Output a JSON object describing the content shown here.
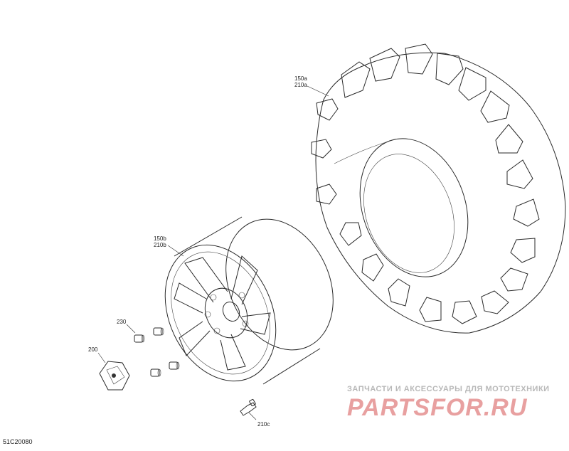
{
  "callouts": {
    "tire": [
      "150a",
      "210a"
    ],
    "rim": [
      "150b",
      "210b"
    ],
    "nut_230": "230",
    "cap_200": "200",
    "valve_210c": "210c"
  },
  "figure_code": "51C20080",
  "watermark": {
    "tagline": "ЗАПЧАСТИ И АКСЕССУАРЫ ДЛЯ МОТОТЕХНИКИ",
    "logo_text": "PARTSFOR.RU",
    "logo_color": "#e8a0a0"
  },
  "colors": {
    "line": "#2a2a2a",
    "background": "#ffffff"
  }
}
